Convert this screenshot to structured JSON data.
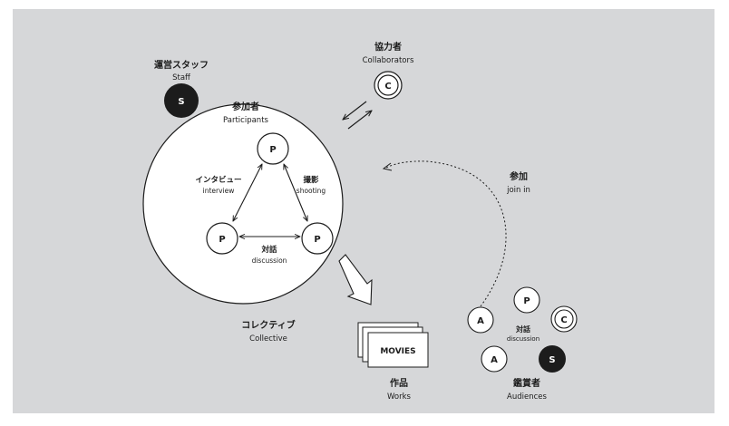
{
  "staff": {
    "label_jp": "運営スタッフ",
    "label_en": "Staff",
    "node": "S"
  },
  "collaborators": {
    "label_jp": "協力者",
    "label_en": "Collaborators",
    "node": "C"
  },
  "participants": {
    "label_jp": "参加者",
    "label_en": "Participants",
    "node": "P"
  },
  "interview": {
    "label_jp": "インタビュー",
    "label_en": "interview"
  },
  "shooting": {
    "label_jp": "撮影",
    "label_en": "shooting"
  },
  "discussion": {
    "label_jp": "対話",
    "label_en": "discussion"
  },
  "collective": {
    "label_jp": "コレクティブ",
    "label_en": "Collective"
  },
  "join": {
    "label_jp": "参加",
    "label_en": "join in"
  },
  "works": {
    "label_jp": "作品",
    "label_en": "Works",
    "card_text": "MOVIES"
  },
  "audiences": {
    "label_jp": "鑑賞者",
    "label_en": "Audiences",
    "node_a": "A",
    "node_p": "P",
    "node_c": "C",
    "node_s": "S",
    "discussion_jp": "対話",
    "discussion_en": "discussion"
  },
  "colors": {
    "background": "#d6d7d9",
    "ink": "#1c1c1c",
    "circle_fill": "#ffffff"
  }
}
